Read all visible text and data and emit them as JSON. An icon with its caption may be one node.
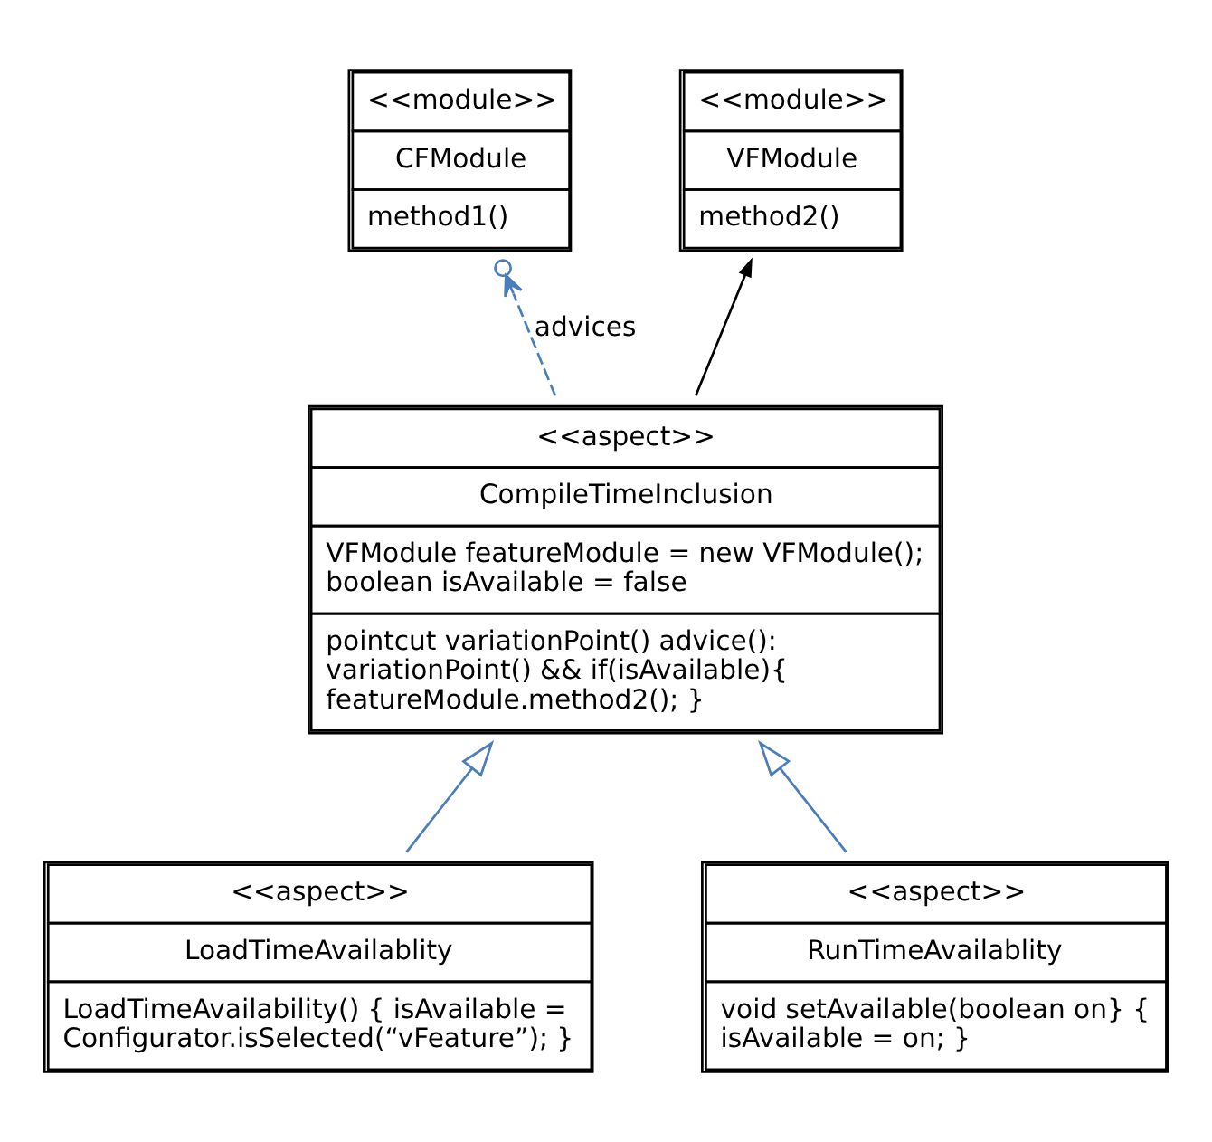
{
  "diagram": {
    "nodes": [
      {
        "text": [
          "<<module>>",
          "CFModule",
          "method1()"
        ]
      },
      {
        "text": [
          "<<module>>",
          "VFModule",
          "method2()"
        ]
      },
      {
        "text": [
          "<<aspect>>",
          "CompileTimeInclusion",
          "VFModule featureModule = new VFModule(); boolean isAvailable = false",
          "pointcut variationPoint() advice(): variationPoint() && if(isAvailable){ featureModule.method2(); }"
        ]
      },
      {
        "text": [
          "<<aspect>>",
          "LoadTimeAvailablity",
          "LoadTimeAvailability() { isAvailable = Configurator.isSelected(“vFeature”); }"
        ]
      },
      {
        "text": [
          "<<aspect>>",
          "RunTimeAvailablity",
          "void setAvailable(boolean on} { isAvailable = on; }"
        ]
      }
    ],
    "edges": [
      {
        "from": 2,
        "to": 0,
        "arrow": "to",
        "label": "advices",
        "style": "dashed",
        "color": "#4a7ebb"
      },
      {
        "from": 2,
        "to": 1,
        "arrow": "to",
        "color": "#000000"
      },
      {
        "from": 3,
        "to": 2,
        "arrow": "to",
        "color": "#4a7ebb"
      },
      {
        "from": 4,
        "to": 2,
        "arrow": "to",
        "color": "#4a7ebb"
      }
    ]
  }
}
